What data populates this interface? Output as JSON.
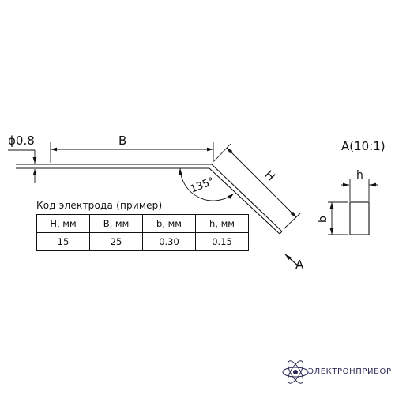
{
  "labels": {
    "diameter": "ϕ0.8",
    "dim_b_length": "B",
    "dim_h_length": "H",
    "angle": "135°",
    "view_arrow": "A",
    "detail_title": "A(10:1)",
    "detail_b": "b",
    "detail_h": "h"
  },
  "table": {
    "caption": "Код электрода (пример)",
    "headers": [
      "H, мм",
      "B, мм",
      "b, мм",
      "h, мм"
    ],
    "rows": [
      [
        "15",
        "25",
        "0.30",
        "0.15"
      ]
    ]
  },
  "logo": {
    "text": "ЭЛЕКТРОНПРИБОР",
    "icon": "atom-icon",
    "color": "#2a2a55"
  }
}
